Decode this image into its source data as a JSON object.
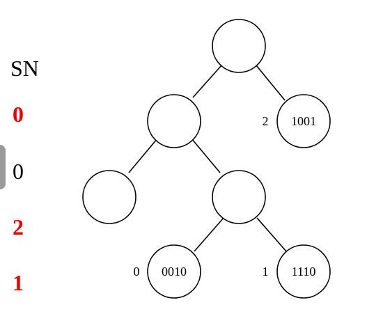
{
  "sn_column": {
    "header": "SN",
    "values": [
      {
        "text": "0",
        "color": "#ee0000",
        "bold": true
      },
      {
        "text": "0",
        "color": "#000000",
        "bold": false
      },
      {
        "text": "2",
        "color": "#ee0000",
        "bold": true
      },
      {
        "text": "1",
        "color": "#ee0000",
        "bold": true
      }
    ]
  },
  "tree": {
    "nodes": [
      {
        "id": "root",
        "label": ""
      },
      {
        "id": "left",
        "label": ""
      },
      {
        "id": "right-leaf",
        "label": "1001",
        "index": "2"
      },
      {
        "id": "left-left",
        "label": ""
      },
      {
        "id": "left-right",
        "label": ""
      },
      {
        "id": "leaf-0010",
        "label": "0010",
        "index": "0"
      },
      {
        "id": "leaf-1110",
        "label": "1110",
        "index": "1"
      }
    ]
  }
}
